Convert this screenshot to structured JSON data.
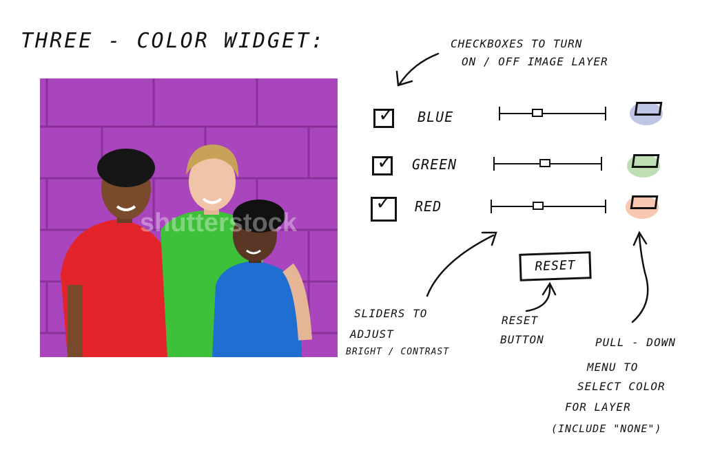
{
  "title": "THREE - COLOR WIDGET:",
  "photo": {
    "watermark": "shutterstock"
  },
  "notes": {
    "checkboxes": [
      "CHECKBOXES TO TURN",
      "ON / OFF IMAGE LAYER"
    ],
    "sliders": [
      "SLIDERS TO",
      "ADJUST",
      "BRIGHT / CONTRAST"
    ],
    "reset": [
      "RESET",
      "BUTTON"
    ],
    "pulldown": [
      "PULL - DOWN",
      "MENU TO",
      "SELECT COLOR",
      "FOR LAYER",
      "(INCLUDE \"NONE\")"
    ]
  },
  "layers": [
    {
      "label": "BLUE",
      "checked": true,
      "slider_position": 0.34,
      "swatch_color": "#aab3dc"
    },
    {
      "label": "GREEN",
      "checked": true,
      "slider_position": 0.47,
      "swatch_color": "#a8d49a"
    },
    {
      "label": "RED",
      "checked": true,
      "slider_position": 0.4,
      "swatch_color": "#f5b595"
    }
  ],
  "reset_button": {
    "label": "RESET"
  },
  "check_glyph": "✓"
}
